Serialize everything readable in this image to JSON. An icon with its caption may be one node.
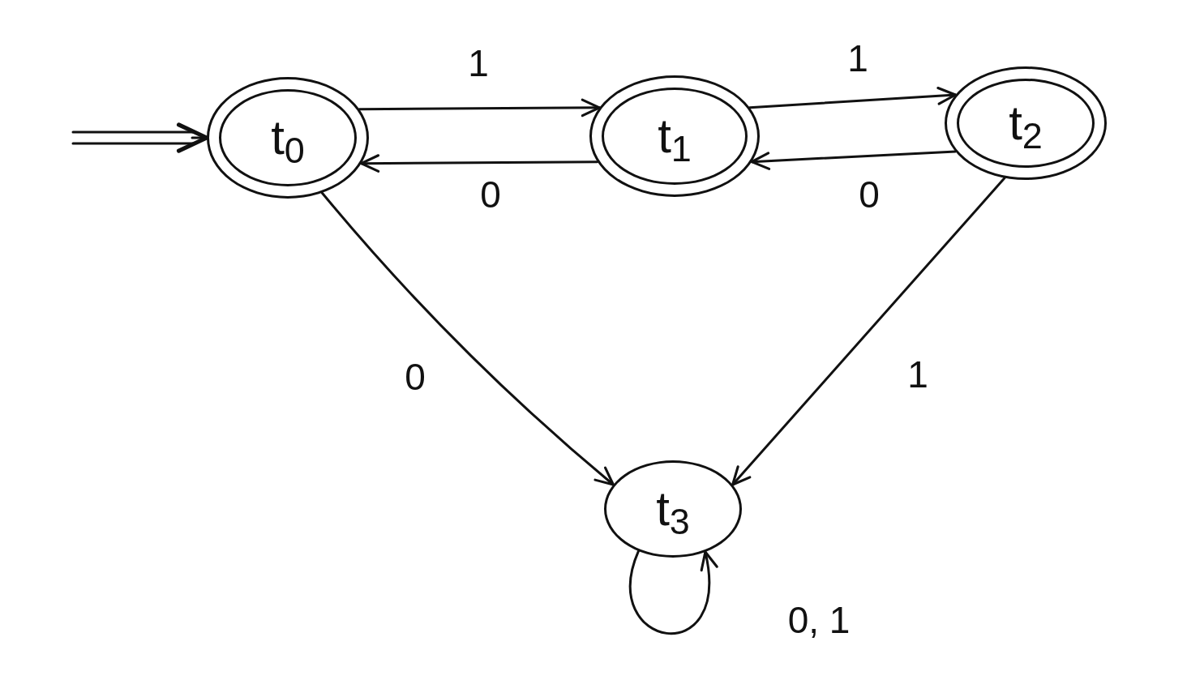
{
  "diagram": {
    "nodes": [
      {
        "text": [],
        "shape": "circle"
      },
      {
        "text": [
          "t$_{0}$"
        ],
        "in": 0
      },
      {
        "text": [],
        "shape": "circle"
      },
      {
        "text": [
          "t$_{1}$"
        ],
        "in": 2
      },
      {
        "text": [],
        "shape": "circle"
      },
      {
        "text": [
          "t$_{2}$"
        ],
        "in": 4
      },
      {
        "text": [
          "t$_{3}$"
        ]
      }
    ],
    "edges": [
      {
        "from": null,
        "to": 0,
        "arrow": "to"
      },
      {
        "from": 0,
        "to": 2,
        "arrow": "to",
        "label": "1"
      },
      {
        "from": 2,
        "to": 0,
        "arrow": "to",
        "label": "0"
      },
      {
        "from": 2,
        "to": 4,
        "arrow": "to",
        "label": "1"
      },
      {
        "from": 4,
        "to": 2,
        "arrow": "to",
        "label": "0"
      },
      {
        "from": 0,
        "to": 6,
        "arrow": "to",
        "label": "0"
      },
      {
        "from": 4,
        "to": 6,
        "arrow": "to",
        "label": "1"
      },
      {
        "from": 6,
        "to": 6,
        "arrow": "to",
        "label": "0, 1"
      }
    ]
  }
}
